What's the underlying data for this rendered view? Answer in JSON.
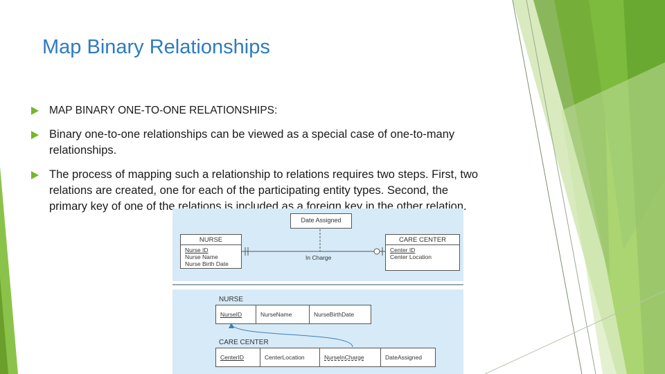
{
  "slide": {
    "title": "Map Binary Relationships",
    "bullets": [
      "MAP BINARY ONE-TO-ONE RELATIONSHIPS:",
      "Binary one-to-one relationships can be viewed as a special case of one-to-many relationships.",
      "The process of mapping such a relationship to relations requires two steps. First, two relations are created, one for each of the participating entity types. Second, the primary key of one of the relations is included as a foreign key in the other relation."
    ]
  },
  "colors": {
    "title": "#2e7bbf",
    "bullet_arrow": "#74b82a",
    "diagram_bg": "#d6eaf7"
  },
  "diagram": {
    "er": {
      "nurse": {
        "name": "NURSE",
        "attributes": [
          "Nurse ID",
          "Nurse Name",
          "Nurse Birth Date"
        ]
      },
      "care_center": {
        "name": "CARE CENTER",
        "attributes": [
          "Center ID",
          "Center Location"
        ]
      },
      "relationship": "In Charge",
      "relationship_attribute": "Date Assigned"
    },
    "relations": {
      "nurse": {
        "name": "NURSE",
        "columns": [
          "NurseID",
          "NurseName",
          "NurseBirthDate"
        ]
      },
      "care_center": {
        "name": "CARE CENTER",
        "columns": [
          "CenterID",
          "CenterLocation",
          "NurseInCharge",
          "DateAssigned"
        ]
      }
    }
  }
}
